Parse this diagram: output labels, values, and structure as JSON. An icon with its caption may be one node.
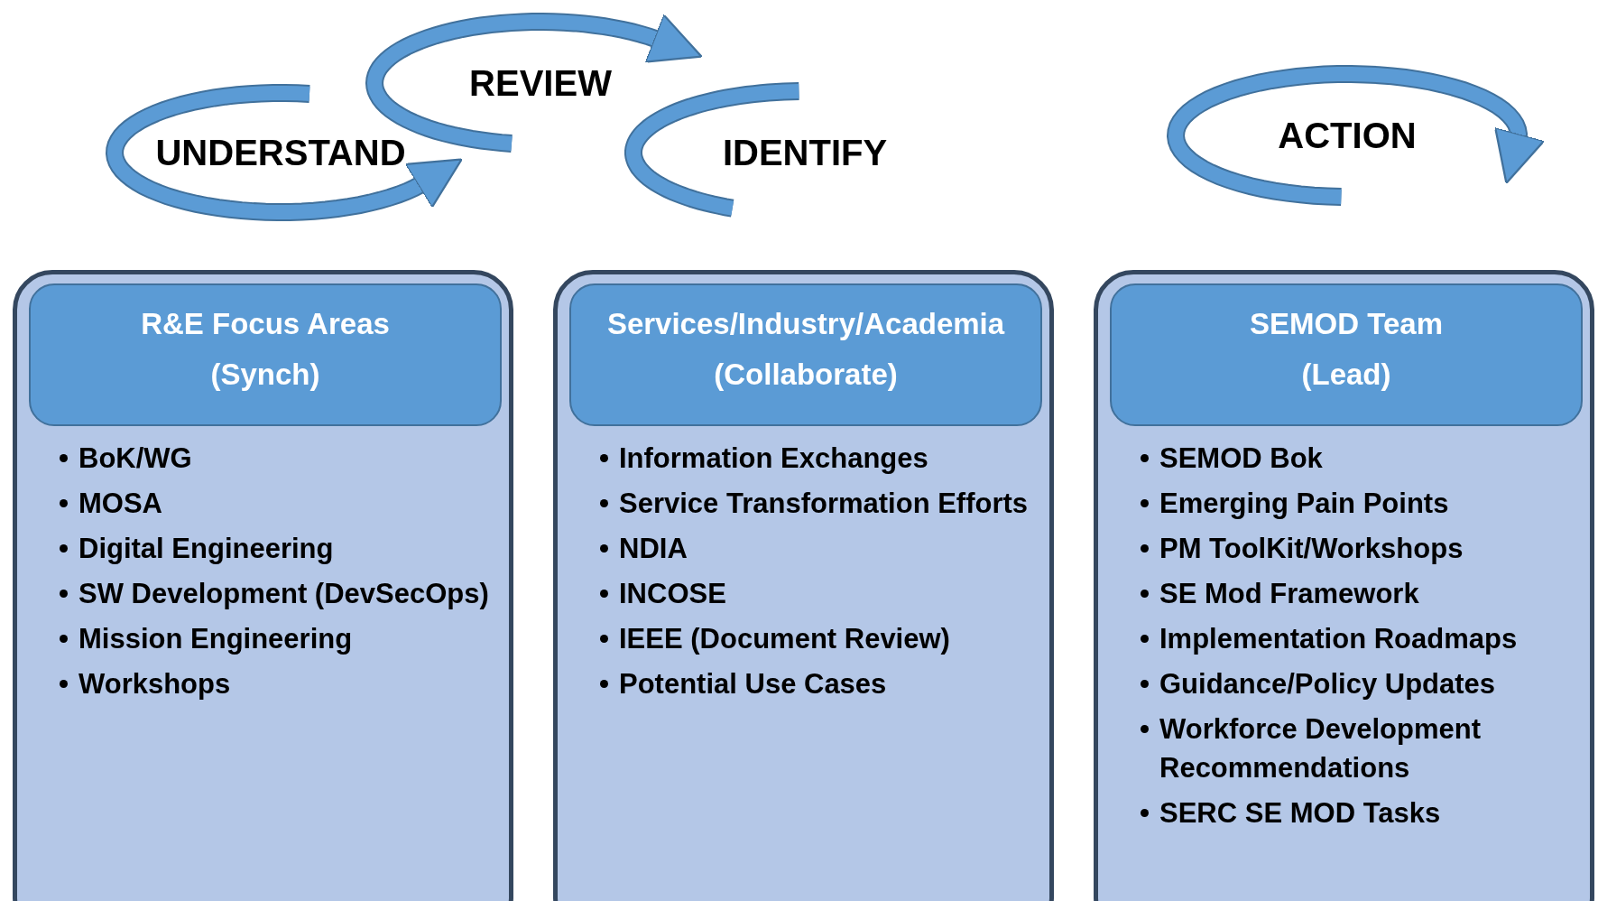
{
  "diagram": {
    "nodes": [
      {
        "text": [
          "UNDERSTAND"
        ]
      },
      {
        "text": [
          "REVIEW"
        ]
      },
      {
        "text": [
          "IDENTIFY"
        ]
      },
      {
        "text": [
          "ACTION"
        ]
      },
      {
        "text": [
          "BoK/WG",
          "MOSA",
          "Digital Engineering",
          "SW Development (DevSecOps)",
          "Mission Engineering",
          "Workshops"
        ]
      },
      {
        "text": [
          "R&E Focus Areas",
          "(Synch)"
        ],
        "in": 4
      },
      {
        "text": [
          "Information Exchanges",
          "Service Transformation Efforts",
          "NDIA",
          "INCOSE",
          "IEEE (Document Review)",
          "Potential Use Cases"
        ]
      },
      {
        "text": [
          "Services/Industry/Academia",
          "(Collaborate)"
        ],
        "in": 6
      },
      {
        "text": [
          "SEMOD Bok",
          "Emerging Pain Points",
          "PM ToolKit/Workshops",
          "SE Mod Framework",
          "Implementation Roadmaps",
          "Guidance/Policy Updates",
          "Workforce Development Recommendations",
          "SERC SE MOD Tasks"
        ]
      },
      {
        "text": [
          "SEMOD Team",
          "(Lead)"
        ],
        "in": 8
      }
    ],
    "edges": []
  }
}
